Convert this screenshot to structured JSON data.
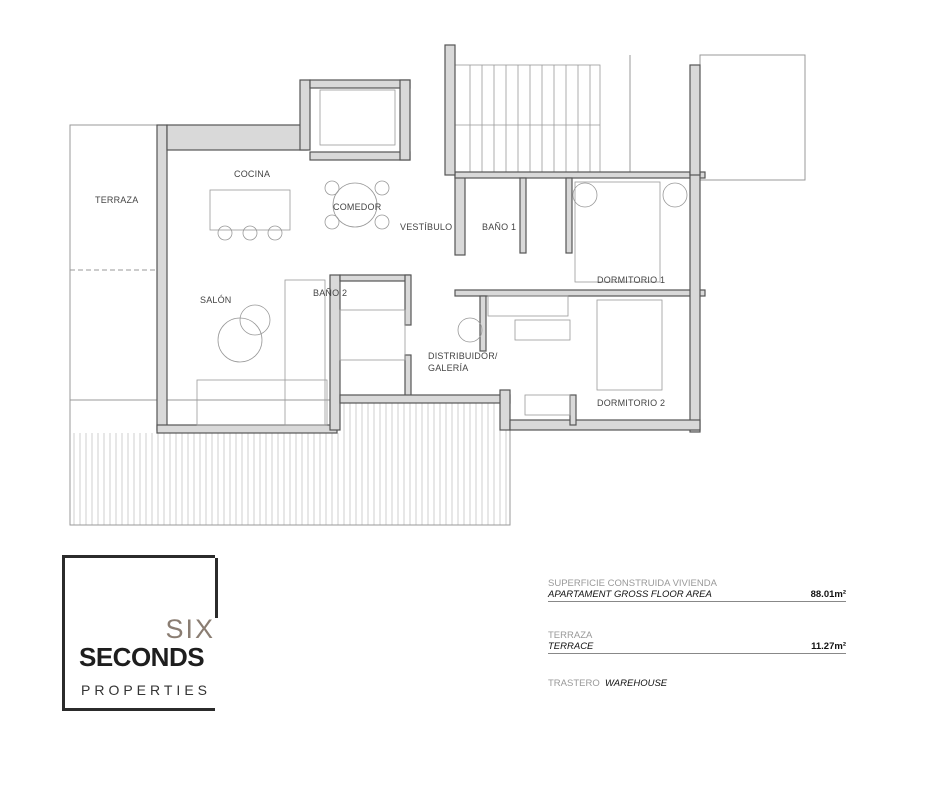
{
  "rooms": {
    "cocina": "COCINA",
    "comedor": "COMEDOR",
    "terraza": "TERRAZA",
    "salon": "SALÓN",
    "bano2": "BAÑO 2",
    "vestibulo": "VESTÍBULO",
    "bano1": "BAÑO 1",
    "dormitorio1": "DORMITORIO 1",
    "dormitorio2": "DORMITORIO 2",
    "distribuidor_1": "DISTRIBUIDOR/",
    "distribuidor_2": "GALERÍA"
  },
  "logo": {
    "six": "SIX",
    "seconds": "SECONDS",
    "properties": "PROPERTIES"
  },
  "areas": {
    "gross_es": "SUPERFICIE CONSTRUIDA VIVIENDA",
    "gross_en": "APARTAMENT GROSS FLOOR AREA",
    "gross_val": "88.01m²",
    "terrace_es": "TERRAZA",
    "terrace_en": "TERRACE",
    "terrace_val": "11.27m²",
    "store_es": "TRASTERO",
    "store_en": "WAREHOUSE"
  },
  "colors": {
    "wall": "#5a5a5a",
    "wall_fill": "#d9d9d9",
    "line": "#9a9a9a"
  }
}
